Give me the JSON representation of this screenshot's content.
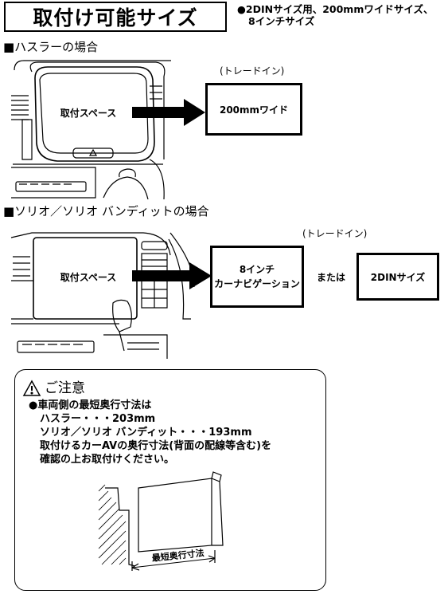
{
  "header": {
    "title": "取付け可能サイズ",
    "desc_line1": "●2DINサイズ用、200mmワイドサイズ、",
    "desc_line2": "8インチサイズ"
  },
  "hustler": {
    "heading": "■ハスラーの場合",
    "space_label": "取付スペース",
    "trade_in": "(トレードイン)",
    "target_label": "200mmワイド"
  },
  "solio": {
    "heading": "■ソリオ／ソリオ バンディットの場合",
    "space_label": "取付スペース",
    "trade_in": "(トレードイン)",
    "target_line1": "8インチ",
    "target_line2": "カーナビゲーション",
    "or_text": "または",
    "target2_label": "2DINサイズ"
  },
  "caution": {
    "title": "ご注意",
    "line1": "●車両側の最短奥行寸法は",
    "line2": "ハスラー・・・203mm",
    "line3": "ソリオ／ソリオ バンディット・・・193mm",
    "line4": "取付けるカーAVの奥行寸法(背面の配線等含む)を",
    "line5": "確認の上お取付けください。",
    "dimension_label": "最短奥行寸法"
  }
}
